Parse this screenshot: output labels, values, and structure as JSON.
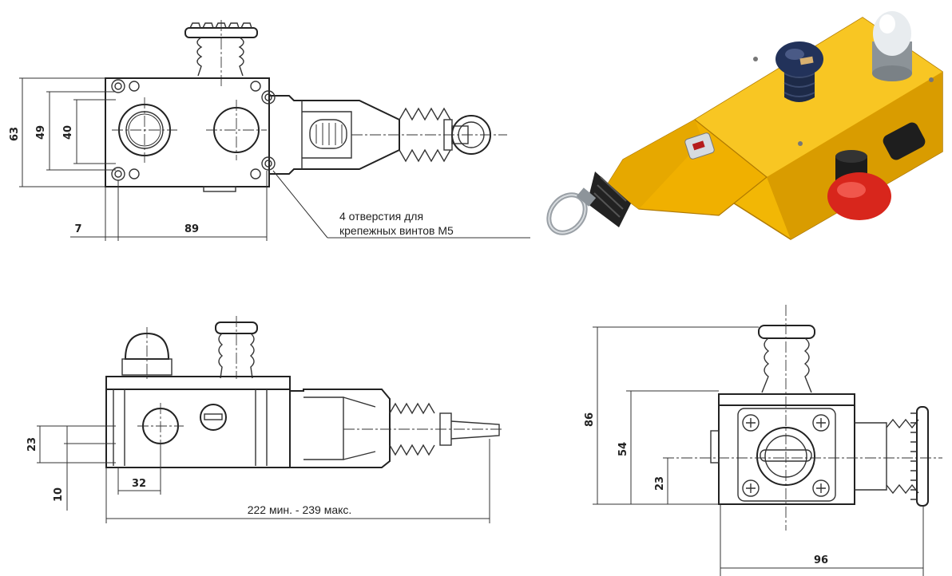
{
  "top_view": {
    "dim_height_outer": "63",
    "dim_height_mid": "49",
    "dim_height_inner": "40",
    "dim_offset": "7",
    "dim_spacing": "89",
    "note_line1": "4 отверстия для",
    "note_line2": "крепежных винтов М5"
  },
  "side_view": {
    "dim_height": "23",
    "dim_bottom": "10",
    "dim_offset": "32",
    "dim_length": "222 мин. - 239 макс."
  },
  "end_view": {
    "dim_total_height": "86",
    "dim_body_height": "54",
    "dim_center_height": "23",
    "dim_width": "96"
  },
  "colors": {
    "housing_yellow": "#f2b705",
    "housing_shadow": "#c98f00",
    "button_red": "#d8261c",
    "cap_blue": "#1d2a48",
    "line": "#333333"
  }
}
